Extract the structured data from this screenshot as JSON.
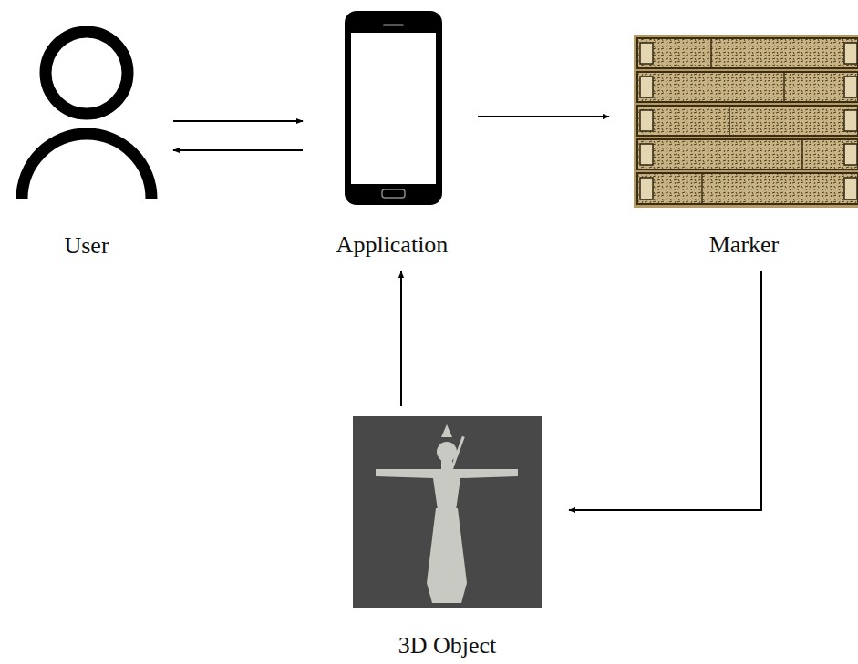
{
  "diagram": {
    "nodes": [
      {
        "text": [
          "User"
        ]
      },
      {
        "text": [
          "Application"
        ]
      },
      {
        "text": [
          "Marker"
        ]
      },
      {
        "text": [
          "3D Object"
        ]
      }
    ],
    "edges": [
      {
        "from": 0,
        "to": 1,
        "arrow": "to"
      },
      {
        "from": 1,
        "to": 0,
        "arrow": "to"
      },
      {
        "from": 1,
        "to": 2,
        "arrow": "to"
      },
      {
        "from": 2,
        "to": 3,
        "arrow": "to"
      },
      {
        "from": 3,
        "to": 1,
        "arrow": "to"
      }
    ]
  }
}
